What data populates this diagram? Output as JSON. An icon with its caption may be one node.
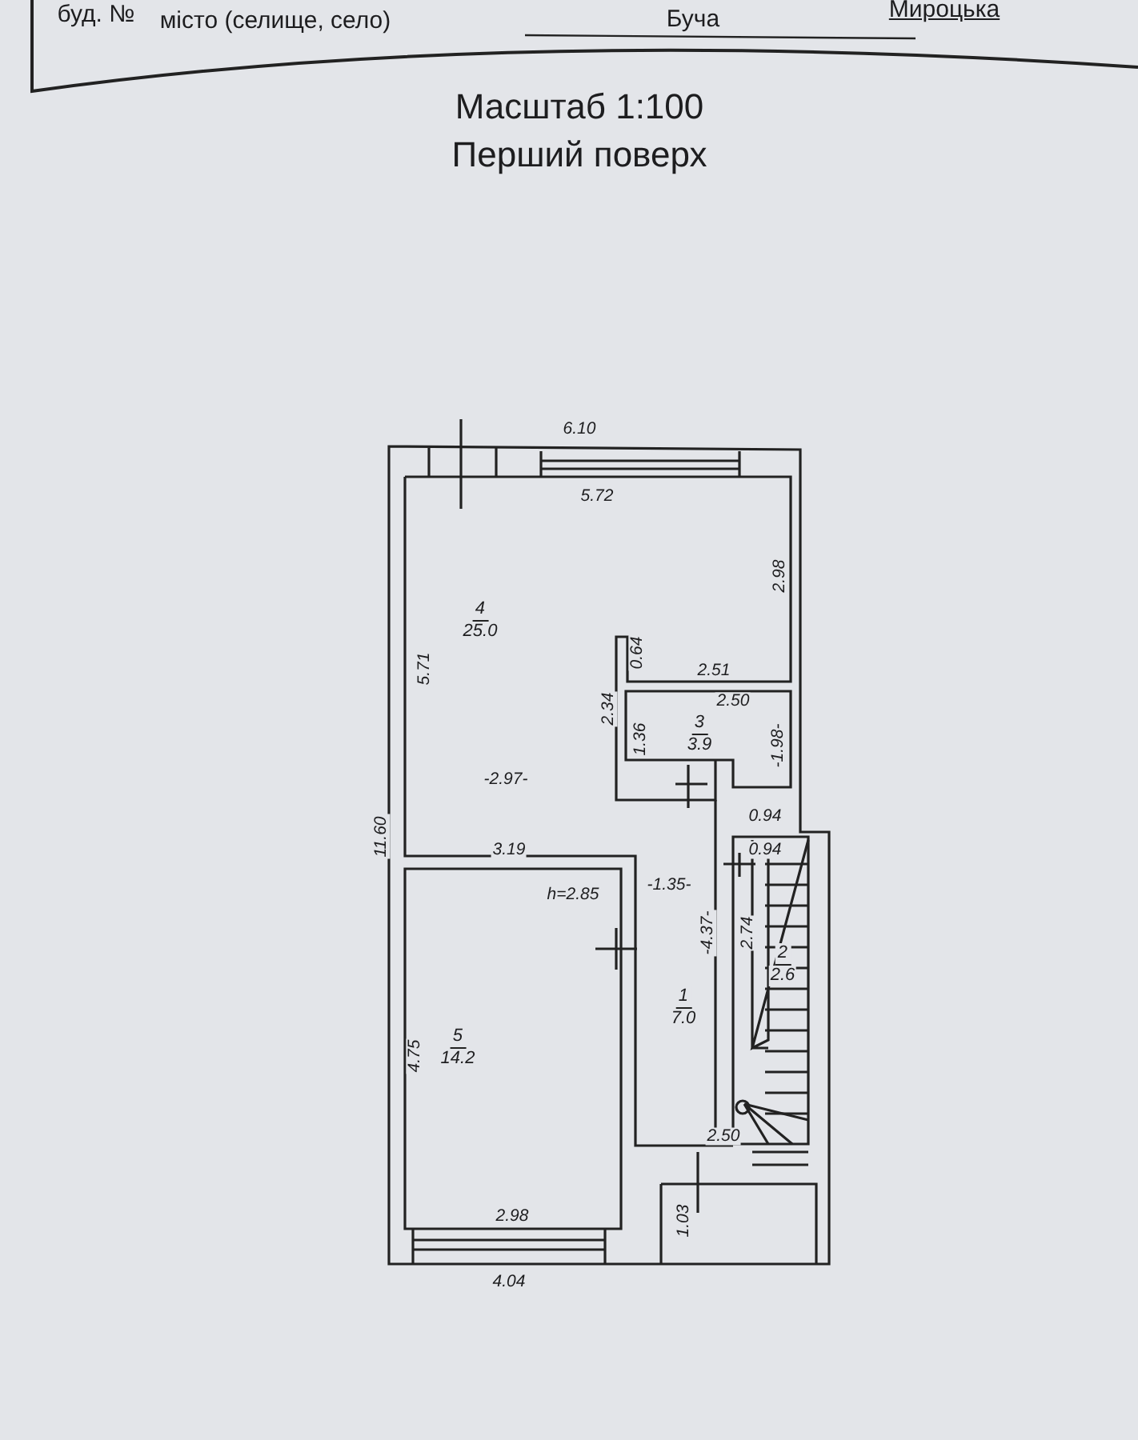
{
  "diagram": {
    "title": "Масштаб 1:100 Перший поверх",
    "nodes": [
      {
        "text": [
          "4",
          "25.0"
        ]
      },
      {
        "text": [
          "3",
          "3.9"
        ]
      },
      {
        "text": [
          "1",
          "7.0"
        ]
      },
      {
        "text": [
          "2",
          "2.6"
        ]
      },
      {
        "text": [
          "5",
          "14.2"
        ]
      }
    ],
    "labels": [
      "буд. №",
      "Мироцька",
      "місто (селище, село)",
      "Буча",
      "6.10",
      "5.72",
      "2.98",
      "0.64",
      "2.51",
      "2.50",
      "5.71",
      "2.34",
      "1.36",
      "-1.98-",
      "-2.97-",
      "0.94",
      "3.19",
      "0.94",
      "11.60",
      "h=2.85",
      "-1.35-",
      "-4.37-",
      "2.74",
      "4.75",
      "2.50",
      "1.03",
      "2.98",
      "4.04"
    ]
  }
}
